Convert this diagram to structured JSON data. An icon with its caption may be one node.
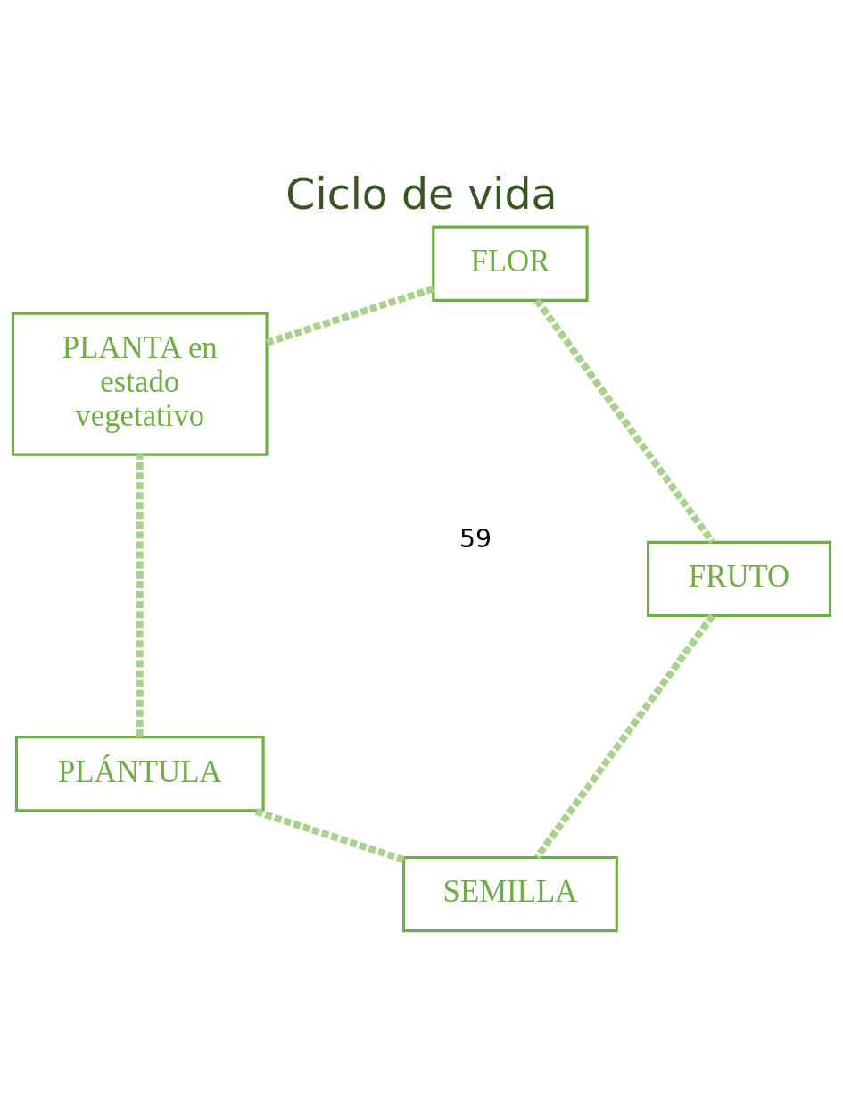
{
  "diagram": {
    "title": "Ciclo de vida",
    "nodes": [
      {
        "text": [
          "SEMILLA"
        ]
      },
      {
        "text": [
          "PLÁNTULA"
        ]
      },
      {
        "text": [
          "PLANTA en estado vegetativo"
        ]
      },
      {
        "text": [
          "FLOR"
        ]
      },
      {
        "text": [
          "FRUTO"
        ]
      }
    ],
    "edges": [
      {
        "from": 0,
        "to": 1,
        "arrow": "none",
        "style": "dashed",
        "color": "#a9d18e"
      },
      {
        "from": 1,
        "to": 2,
        "arrow": "none",
        "style": "dashed",
        "color": "#a9d18e"
      },
      {
        "from": 2,
        "to": 3,
        "arrow": "none",
        "style": "dashed",
        "color": "#a9d18e"
      },
      {
        "from": 3,
        "to": 4,
        "arrow": "none",
        "style": "dashed",
        "color": "#a9d18e"
      },
      {
        "from": 4,
        "to": 0,
        "arrow": "none",
        "style": "dashed",
        "color": "#a9d18e"
      }
    ],
    "labels": [
      "59"
    ]
  }
}
